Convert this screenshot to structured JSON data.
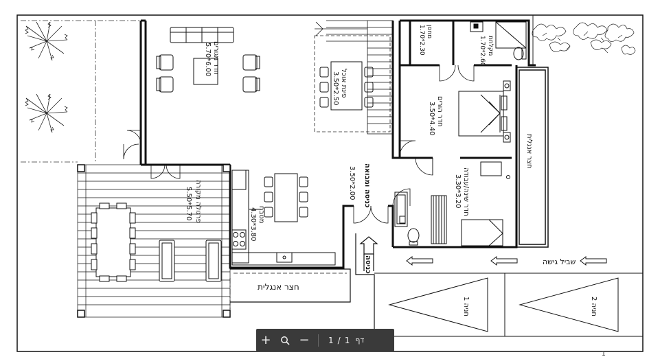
{
  "rooms": {
    "living": {
      "name": "חדר מגורים",
      "size": "5.70*6.00"
    },
    "dining": {
      "name": "פינת אוכל",
      "size": "3.50*2.50"
    },
    "master": {
      "name": "חדר הורים",
      "size": "3.50*4.40"
    },
    "wardrobe": {
      "name": "מחסן",
      "size": "1.70*2.30"
    },
    "bath": {
      "name": "מקלחת",
      "size": "1.70*2.60"
    },
    "guest": {
      "name": "חדר שינה/עבודה",
      "size": "3.30*3.20"
    },
    "entrance": {
      "name": "כניסה ומבואה",
      "size": "3.50*2.00"
    },
    "kitchen": {
      "name": "מטבח",
      "size": "4.30*3.80"
    },
    "pergola": {
      "name": "פרגולה מקורה",
      "size": "5.50*5.70"
    },
    "yard_east": {
      "name": "חצר אנגלית"
    },
    "yard_south": {
      "name": "חצר אנגלית"
    },
    "entry_sign": {
      "name": "כניסה"
    },
    "path": {
      "name": "שביל גישה"
    },
    "parking1": {
      "name": "חניה 1"
    },
    "parking2": {
      "name": "חניה 2"
    }
  },
  "toolbar": {
    "zoom_in": "+",
    "zoom_out": "−",
    "current_page": "1",
    "separator": "/",
    "total_pages": "1",
    "page_label": "דף"
  },
  "corner_mark": "1"
}
